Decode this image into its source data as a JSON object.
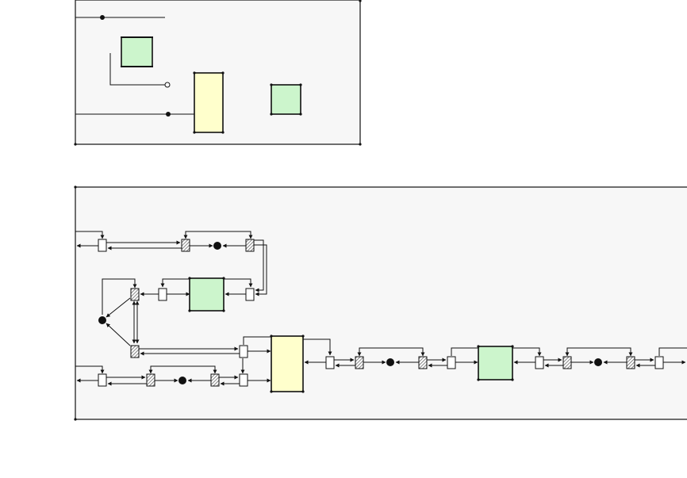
{
  "diagram": {
    "colors": {
      "panel_fill": "#f7f7f7",
      "green_block": "#ccf5cc",
      "yellow_block": "#ffffcc",
      "hatch": "#555555",
      "line": "#111111"
    },
    "top_panel": {
      "blocks": [
        "green-block",
        "yellow-block",
        "green-block"
      ]
    },
    "bottom_panel": {
      "blocks": [
        "green-block",
        "yellow-block",
        "green-block"
      ]
    }
  }
}
